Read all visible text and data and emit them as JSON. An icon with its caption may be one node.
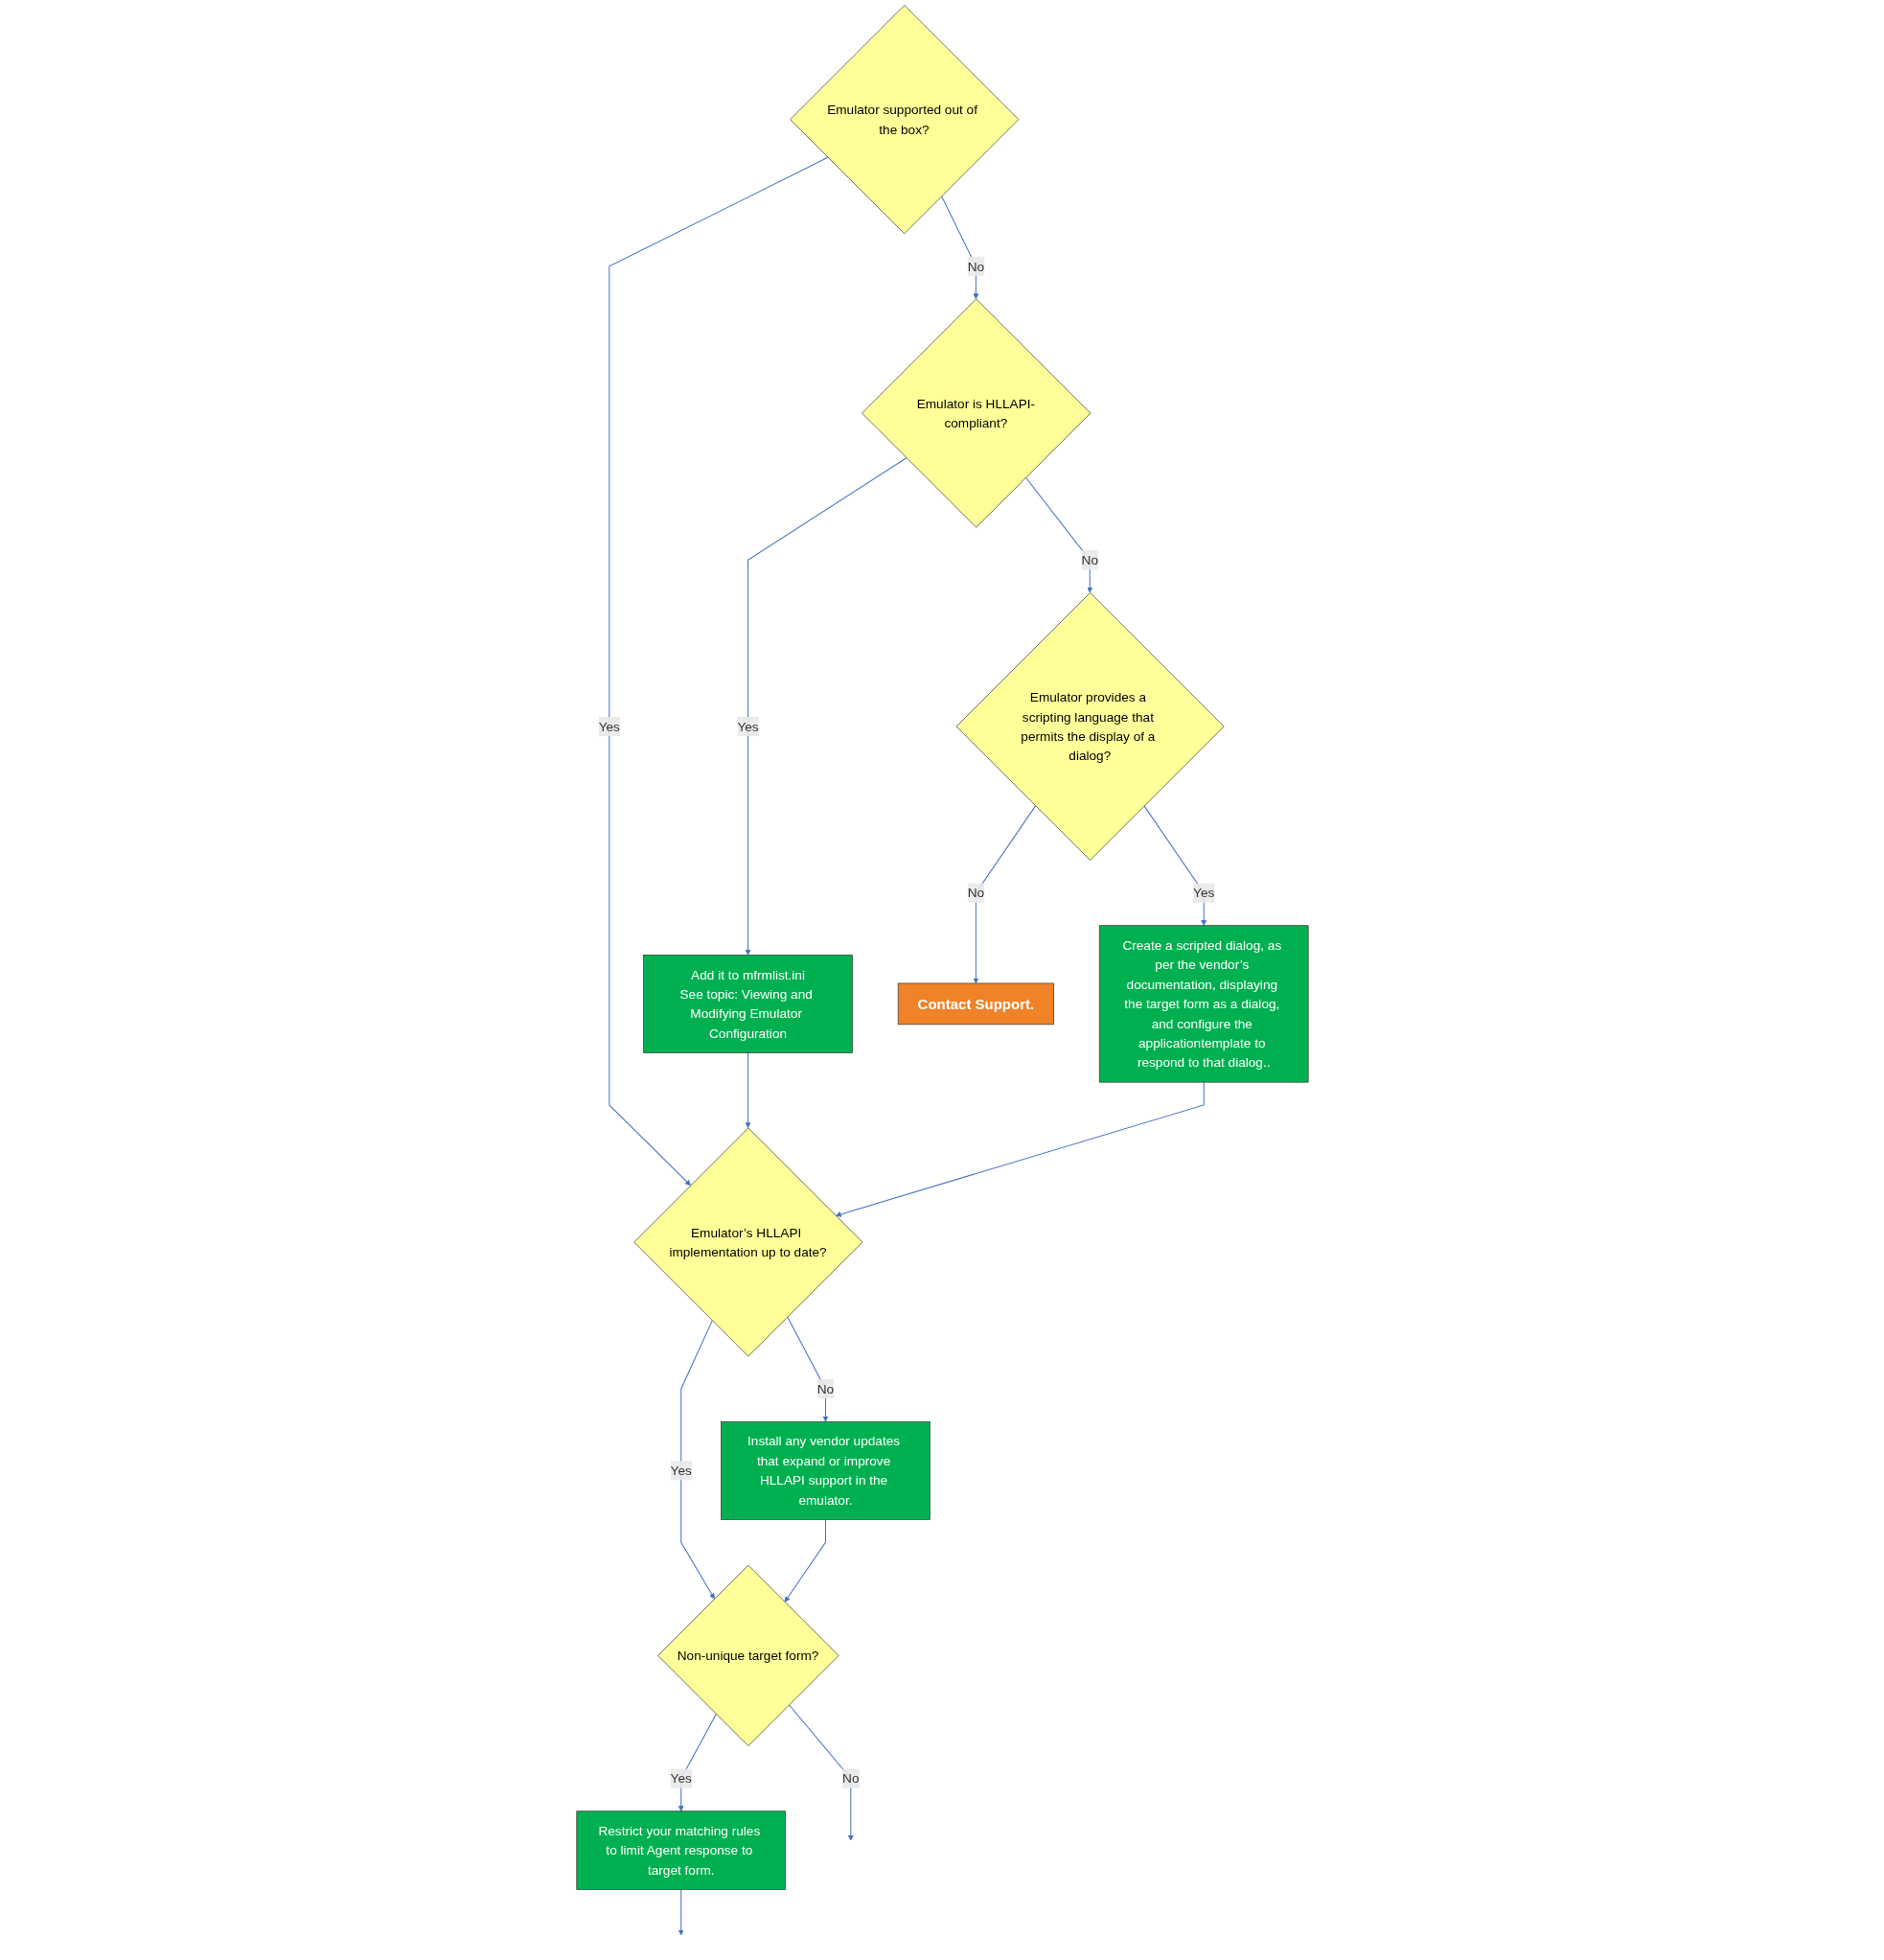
{
  "diagram": {
    "nodes": [
      {
        "text": [
          "Emulator supported out of the box?"
        ]
      },
      {
        "text": [
          "Emulator is HLLAPI-compliant?"
        ]
      },
      {
        "text": [
          "Emulator provides a scripting language that permits the display of a dialog?"
        ]
      },
      {
        "text": [
          "Add it to mfrmlist.ini",
          "See topic: Viewing and Modifying Emulator Configuration"
        ]
      },
      {
        "text": [
          "Create a scripted dialog, as per the vendor’s documentation, displaying the target form as a dialog, and configure the applicationtemplate to respond to that dialog.."
        ]
      },
      {
        "text": [
          "Contact Support."
        ]
      },
      {
        "text": [
          "Emulator’s HLLAPI implementation up to date?"
        ]
      },
      {
        "text": [
          "Install any vendor updates that expand or improve HLLAPI support in the emulator."
        ]
      },
      {
        "text": [
          "Non-unique target form?"
        ]
      },
      {
        "text": [
          "Restrict your matching rules to limit Agent response to target form."
        ]
      }
    ],
    "edges": [
      {
        "from": 0,
        "to": 1,
        "arrow": "to",
        "label": "No"
      },
      {
        "from": 1,
        "to": 2,
        "arrow": "to",
        "label": "No"
      },
      {
        "from": 1,
        "to": 3,
        "arrow": "to",
        "label": "Yes"
      },
      {
        "from": 2,
        "to": 4,
        "arrow": "to",
        "label": "Yes"
      },
      {
        "from": 2,
        "to": 5,
        "arrow": "to",
        "label": "No"
      },
      {
        "from": 0,
        "to": 6,
        "arrow": "to",
        "label": "Yes"
      },
      {
        "from": 3,
        "to": 6,
        "arrow": "to"
      },
      {
        "from": 4,
        "to": 6,
        "arrow": "to"
      },
      {
        "from": 6,
        "to": 7,
        "arrow": "to",
        "label": "No"
      },
      {
        "from": 6,
        "to": 8,
        "arrow": "to",
        "label": "Yes"
      },
      {
        "from": 7,
        "to": 8,
        "arrow": "to"
      },
      {
        "from": 8,
        "to": 9,
        "arrow": "to",
        "label": "Yes"
      },
      {
        "from": 8,
        "to": null,
        "arrow": "to",
        "label": "No"
      },
      {
        "from": 9,
        "to": null,
        "arrow": "to"
      }
    ]
  }
}
